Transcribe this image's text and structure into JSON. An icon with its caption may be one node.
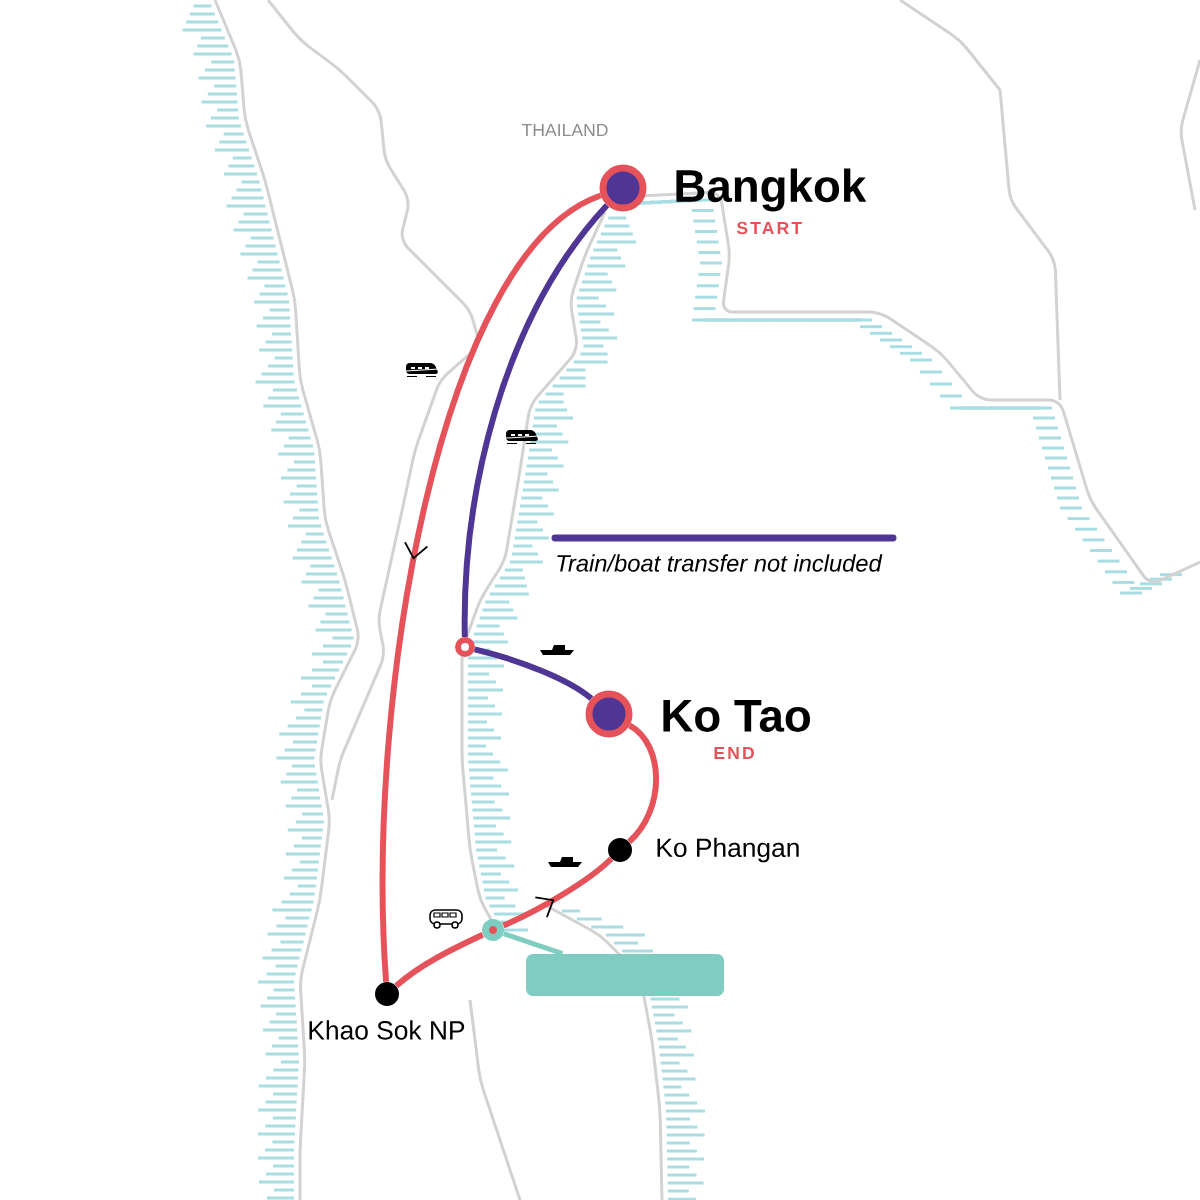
{
  "diagram": {
    "nodes": [
      {
        "text": [],
        "shape": "circle",
        "beside": [
          "Bangkok",
          "START"
        ]
      },
      {
        "text": [],
        "shape": "circle"
      },
      {
        "text": [],
        "shape": "circle",
        "beside": [
          "Ko Tao",
          "END"
        ]
      },
      {
        "text": [],
        "shape": "circle",
        "beside": [
          "Ko Phangan"
        ]
      },
      {
        "text": [],
        "shape": "circle"
      },
      {
        "text": [],
        "shape": "circle",
        "beside": [
          "Khao Sok NP"
        ]
      },
      {
        "text": [],
        "shape": "box"
      }
    ],
    "edges": [
      {
        "from": 0,
        "to": 5,
        "arrow": "to"
      },
      {
        "from": 5,
        "to": 4,
        "arrow": "none"
      },
      {
        "from": 4,
        "to": 3,
        "arrow": "to"
      },
      {
        "from": 3,
        "to": 2,
        "arrow": "none"
      },
      {
        "from": 0,
        "to": 1,
        "arrow": "none",
        "color": "#4f3594"
      },
      {
        "from": 1,
        "to": 2,
        "arrow": "none",
        "color": "#4f3594"
      },
      {
        "from": 6,
        "to": 4,
        "arrow": "none",
        "color": "#7fcdc0"
      }
    ],
    "labels": [
      "THAILAND"
    ],
    "legend": [
      {
        "text": "Train/boat transfer not included"
      }
    ]
  }
}
